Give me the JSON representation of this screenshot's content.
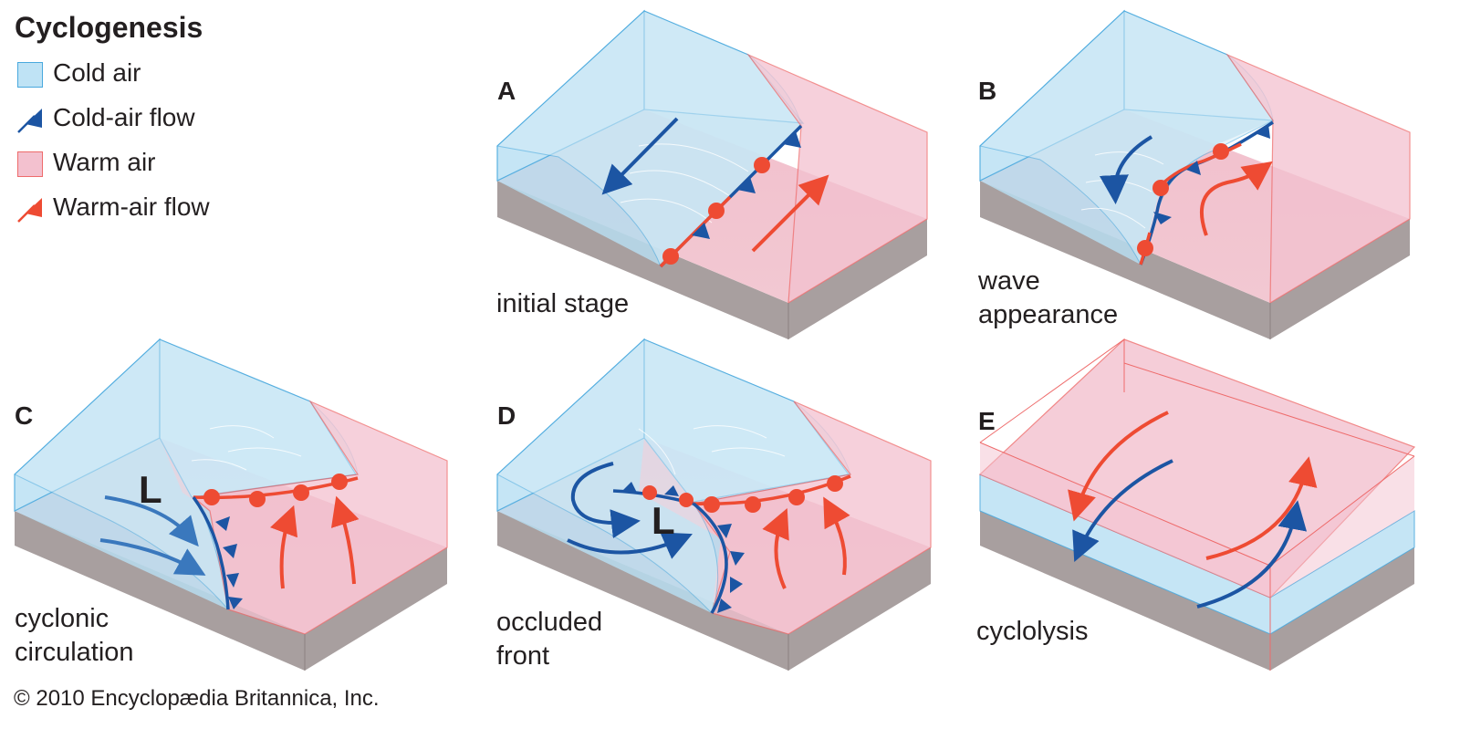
{
  "title": "Cyclogenesis",
  "legend": {
    "items": [
      {
        "label": "Cold air",
        "kind": "cold-air"
      },
      {
        "label": "Cold-air flow",
        "kind": "cold-air-flow"
      },
      {
        "label": "Warm air",
        "kind": "warm-air"
      },
      {
        "label": "Warm-air flow",
        "kind": "warm-air-flow"
      }
    ]
  },
  "panels": {
    "a": {
      "letter": "A",
      "caption": "initial stage"
    },
    "b": {
      "letter": "B",
      "caption": "wave\nappearance"
    },
    "c": {
      "letter": "C",
      "caption": "cyclonic\ncirculation"
    },
    "d": {
      "letter": "D",
      "caption": "occluded\nfront"
    },
    "e": {
      "letter": "E",
      "caption": "cyclolysis"
    }
  },
  "low_pressure_symbol": "L",
  "copyright": "© 2010 Encyclopædia Britannica, Inc.",
  "colors": {
    "cold_air": "#bfe3f5",
    "cold_edge": "#49a9de",
    "warm_air": "#f3c1cf",
    "warm_edge": "#ee6b6b",
    "cold_flow": "#1c55a3",
    "warm_flow": "#ee4b33",
    "ground": "#a89f9f"
  }
}
